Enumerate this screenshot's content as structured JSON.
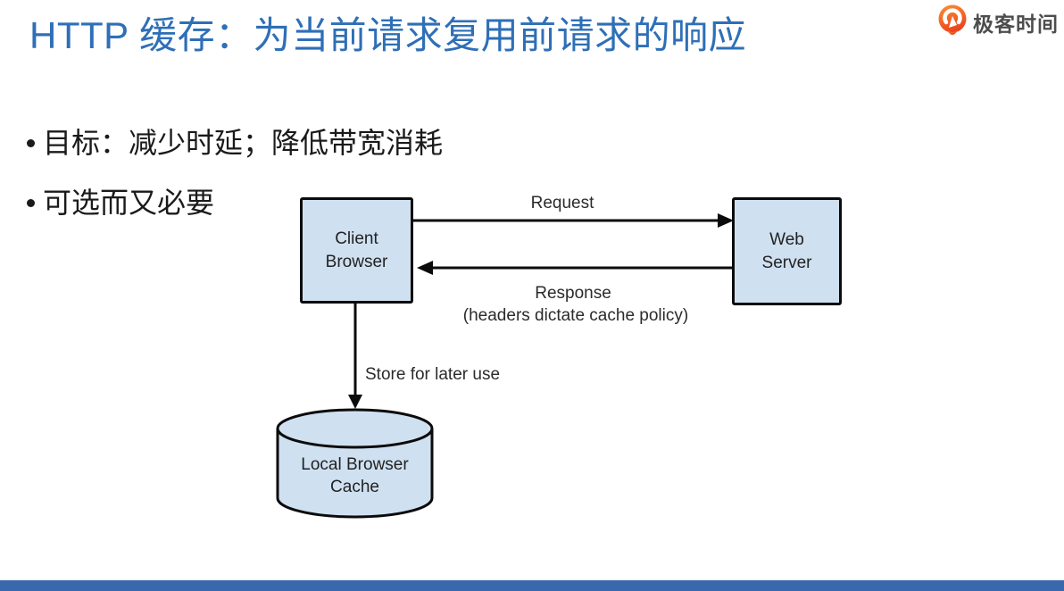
{
  "header": {
    "title": "HTTP 缓存：为当前请求复用前请求的响应",
    "brand_name": "极客时间"
  },
  "bullets": [
    {
      "text": "目标：减少时延；降低带宽消耗"
    },
    {
      "text": "可选而又必要"
    }
  ],
  "diagram": {
    "nodes": {
      "client": {
        "line1": "Client",
        "line2": "Browser"
      },
      "server": {
        "line1": "Web",
        "line2": "Server"
      },
      "cache": {
        "line1": "Local Browser",
        "line2": "Cache"
      }
    },
    "edges": {
      "request": {
        "label": "Request"
      },
      "response": {
        "label": "Response",
        "sublabel": "(headers dictate cache policy)"
      },
      "store": {
        "label": "Store for later use"
      }
    }
  },
  "icons": {
    "brand_logo": "geektime-logo-icon"
  },
  "colors": {
    "title_blue": "#2e6fb7",
    "node_fill": "#cfe0f1",
    "node_border": "#0b0b0b",
    "brand_orange": "#f05b23",
    "footer_bar_blue": "#3a68ae"
  }
}
